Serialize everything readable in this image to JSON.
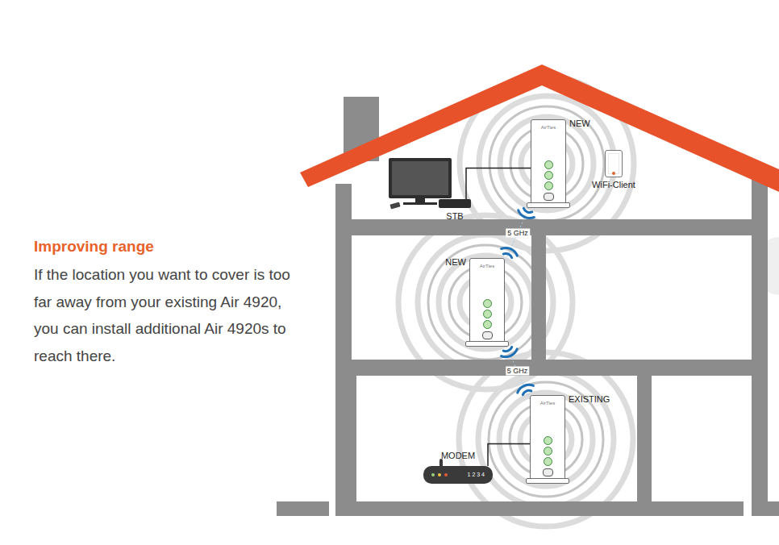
{
  "diagram": {
    "title": "Improving range",
    "caption": "If the location you want to cover is too far away from your existing Air 4920, you can install additional Air 4920s to reach there.",
    "nodes": [
      {
        "text": [
          "NEW",
          "AirTies"
        ]
      },
      {
        "text": [
          "WiFi-Client"
        ]
      },
      {
        "text": [
          "STB"
        ]
      },
      {
        "text": [
          "NEW",
          "AirTies"
        ]
      },
      {
        "text": [
          "EXISTING",
          "AirTies"
        ]
      },
      {
        "text": [
          "MODEM",
          "1 2 3 4"
        ]
      }
    ],
    "edges": [
      {
        "from": 0,
        "to": 3,
        "arrow": "none",
        "label": "5 GHz"
      },
      {
        "from": 3,
        "to": 4,
        "arrow": "none",
        "label": "5 GHz"
      },
      {
        "from": 2,
        "to": 0,
        "arrow": "none"
      },
      {
        "from": 5,
        "to": 4,
        "arrow": "none"
      }
    ]
  }
}
